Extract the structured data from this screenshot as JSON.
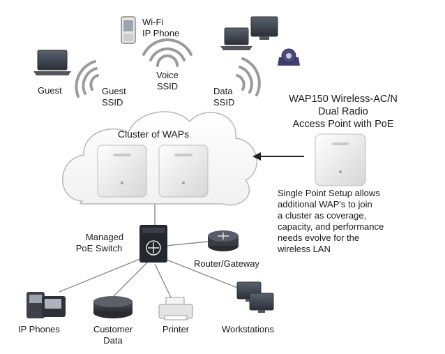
{
  "devices": {
    "wifi_phone": [
      "Wi-Fi",
      "IP Phone"
    ],
    "guest": "Guest",
    "guest_ssid": [
      "Guest",
      "SSID"
    ],
    "voice_ssid": [
      "Voice",
      "SSID"
    ],
    "data_ssid": [
      "Data",
      "SSID"
    ]
  },
  "cloud": {
    "title": "Cluster of WAPs"
  },
  "wap_info": [
    "WAP150 Wireless-AC/N",
    "Dual Radio",
    "Access Point with PoE"
  ],
  "setup_note": [
    "Single Point Setup allows",
    "additional WAP's to join",
    "a cluster as coverage,",
    "capacity, and performance",
    "needs evolve for the",
    "wireless LAN"
  ],
  "switch": [
    "Managed",
    "PoE Switch"
  ],
  "router": "Router/Gateway",
  "endpoints": {
    "ip_phones": "IP Phones",
    "customer_data": [
      "Customer",
      "Data"
    ],
    "printer": "Printer",
    "workstations": "Workstations"
  },
  "colors": {
    "wave": "#9b9b9b",
    "cloud_fill": "#ffffff",
    "cloud_stroke": "#b8b8b8",
    "device_dark": "#3f4148",
    "switch": "#25272e"
  }
}
